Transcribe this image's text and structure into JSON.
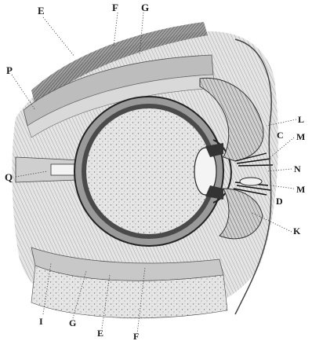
{
  "figure": {
    "labels": {
      "e_top": "E",
      "f_top": "F",
      "g_top": "G",
      "p": "P",
      "l": "L",
      "c": "C",
      "m_upper": "M",
      "n": "N",
      "m_lower": "M",
      "d": "D",
      "q": "Q",
      "k": "K",
      "i": "I",
      "g_bottom": "G",
      "e_bottom": "E",
      "f_bottom": "F"
    }
  }
}
